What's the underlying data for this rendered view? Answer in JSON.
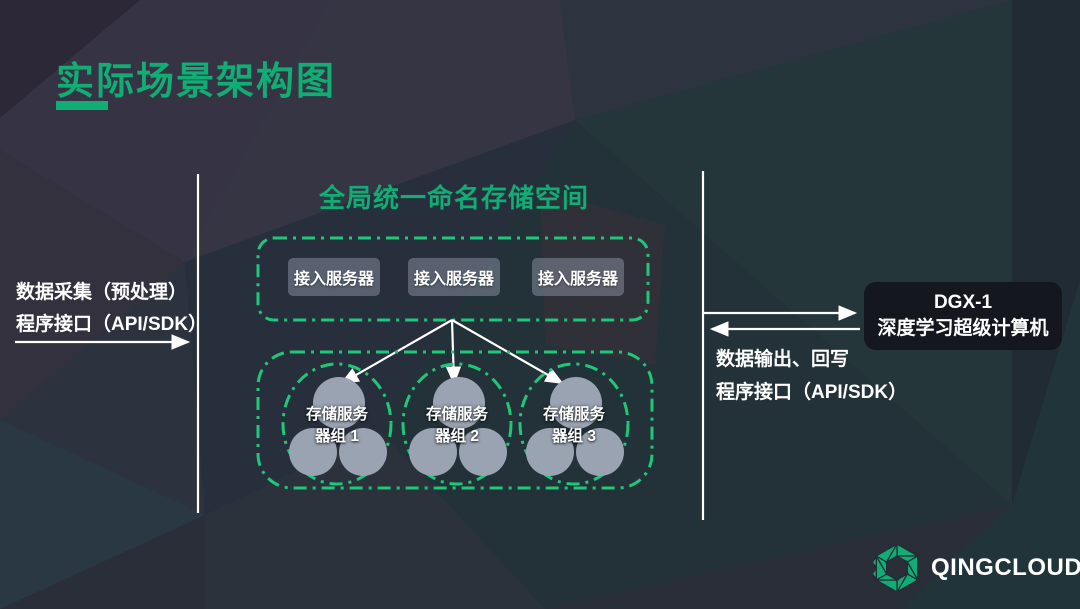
{
  "title": {
    "text": "实际场景架构图"
  },
  "storage_space": {
    "heading": "全局统一命名存储空间",
    "access_servers": [
      {
        "label": "接入服务器"
      },
      {
        "label": "接入服务器"
      },
      {
        "label": "接入服务器"
      }
    ],
    "storage_groups": [
      {
        "line1": "存储服务",
        "line2": "器组 1"
      },
      {
        "line1": "存储服务",
        "line2": "器组 2"
      },
      {
        "line1": "存储服务",
        "line2": "器组 3"
      }
    ]
  },
  "left_flow": {
    "line1": "数据采集（预处理）",
    "line2": "程序接口（API/SDK）"
  },
  "right_flow": {
    "line1": "数据输出、回写",
    "line2": "程序接口（API/SDK）"
  },
  "dgx_box": {
    "line1": "DGX-1",
    "line2": "深度学习超级计算机"
  },
  "logo": {
    "text": "QINGCLOUD",
    "icon": "qingcloud-hexagon-icon"
  },
  "colors": {
    "accent_green": "#10ad74",
    "dash_green": "#1ec878",
    "node_grey": "#9aa3b2",
    "dgx_box_bg": "#14171e",
    "text_white": "#ffffff"
  }
}
